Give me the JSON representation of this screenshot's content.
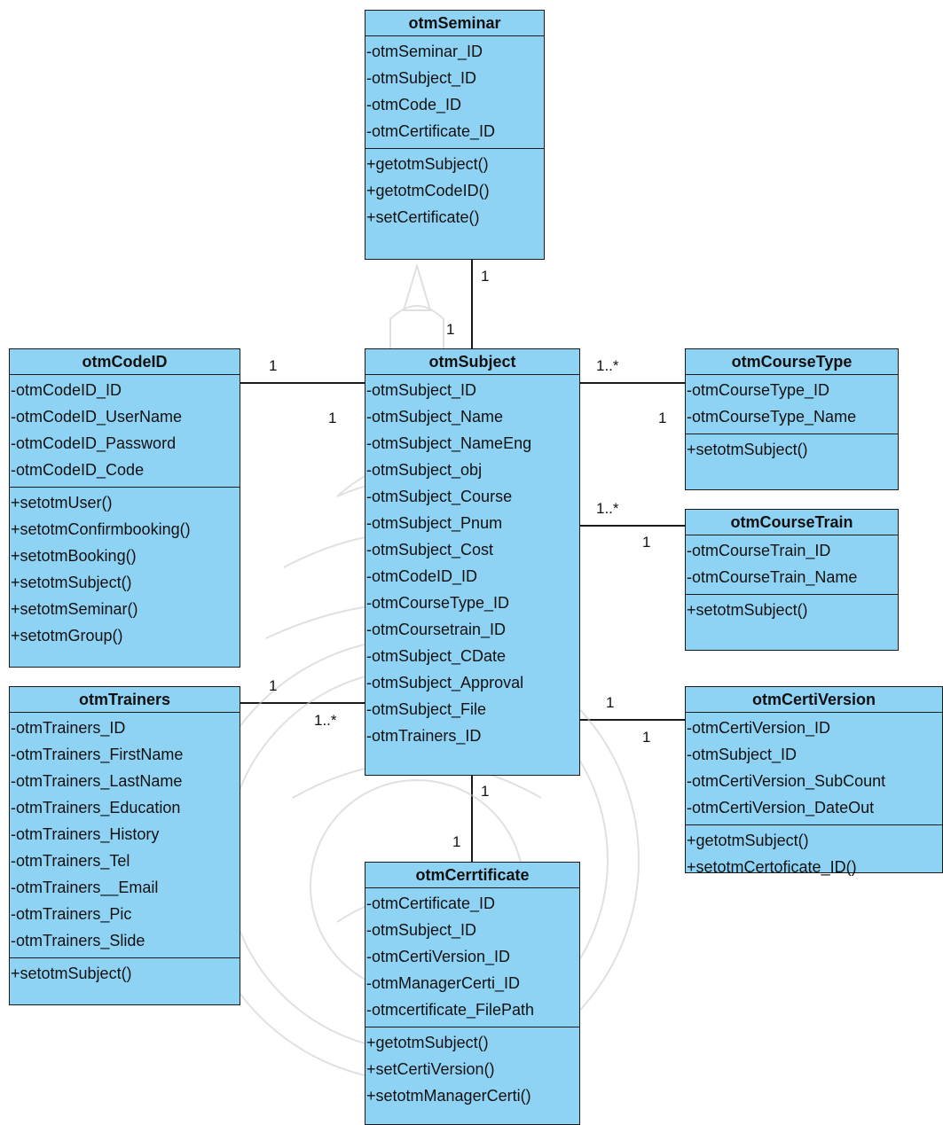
{
  "classes": {
    "seminar": {
      "name": "otmSeminar",
      "attributes": [
        "-otmSeminar_ID",
        "-otmSubject_ID",
        "-otmCode_ID",
        "-otmCertificate_ID"
      ],
      "operations": [
        "+getotmSubject()",
        "+getotmCodeID()",
        "+setCertificate()"
      ]
    },
    "codeid": {
      "name": "otmCodeID",
      "attributes": [
        "-otmCodeID_ID",
        "-otmCodeID_UserName",
        "-otmCodeID_Password",
        "-otmCodeID_Code"
      ],
      "operations": [
        "+setotmUser()",
        "+setotmConfirmbooking()",
        "+setotmBooking()",
        "+setotmSubject()",
        "+setotmSeminar()",
        "+setotmGroup()"
      ]
    },
    "subject": {
      "name": "otmSubject",
      "attributes": [
        "-otmSubject_ID",
        "-otmSubject_Name",
        "-otmSubject_NameEng",
        "-otmSubject_obj",
        "-otmSubject_Course",
        "-otmSubject_Pnum",
        "-otmSubject_Cost",
        "-otmCodeID_ID",
        "-otmCourseType_ID",
        "-otmCoursetrain_ID",
        "-otmSubject_CDate",
        "-otmSubject_Approval",
        "-otmSubject_File",
        "-otmTrainers_ID"
      ],
      "operations": []
    },
    "coursetype": {
      "name": "otmCourseType",
      "attributes": [
        "-otmCourseType_ID",
        "-otmCourseType_Name"
      ],
      "operations": [
        "+setotmSubject()"
      ]
    },
    "coursetrain": {
      "name": "otmCourseTrain",
      "attributes": [
        "-otmCourseTrain_ID",
        "-otmCourseTrain_Name"
      ],
      "operations": [
        "+setotmSubject()"
      ]
    },
    "trainers": {
      "name": "otmTrainers",
      "attributes": [
        "-otmTrainers_ID",
        "-otmTrainers_FirstName",
        "-otmTrainers_LastName",
        "-otmTrainers_Education",
        "-otmTrainers_History",
        "-otmTrainers_Tel",
        "-otmTrainers__Email",
        "-otmTrainers_Pic",
        "-otmTrainers_Slide"
      ],
      "operations": [
        "+setotmSubject()"
      ]
    },
    "certiversion": {
      "name": "otmCertiVersion",
      "attributes": [
        "-otmCertiVersion_ID",
        "-otmSubject_ID",
        "-otmCertiVersion_SubCount",
        "-otmCertiVersion_DateOut"
      ],
      "operations": [
        "+getotmSubject()",
        "+setotmCertoficate_ID()"
      ]
    },
    "certificate": {
      "name": "otmCerrtificate",
      "attributes": [
        "-otmCertificate_ID",
        "-otmSubject_ID",
        "-otmCertiVersion_ID",
        "-otmManagerCerti_ID",
        "-otmcertificate_FilePath"
      ],
      "operations": [
        "+getotmSubject()",
        "+setCertiVersion()",
        "+setotmManagerCerti()"
      ]
    }
  },
  "multiplicities": {
    "seminar_subject_a": "1",
    "seminar_subject_b": "1",
    "codeid_subject_a": "1",
    "codeid_subject_b": "1",
    "subject_coursetype_a": "1..*",
    "subject_coursetype_b": "1",
    "subject_coursetrain_a": "1..*",
    "subject_coursetrain_b": "1",
    "trainers_subject_a": "1",
    "trainers_subject_b": "1..*",
    "subject_certiversion_a": "1",
    "subject_certiversion_b": "1",
    "subject_certificate_a": "1",
    "subject_certificate_b": "1"
  },
  "colors": {
    "class_fill": "#8fd3f4",
    "border": "#1a1a1a",
    "line": "#1a1a1a"
  }
}
